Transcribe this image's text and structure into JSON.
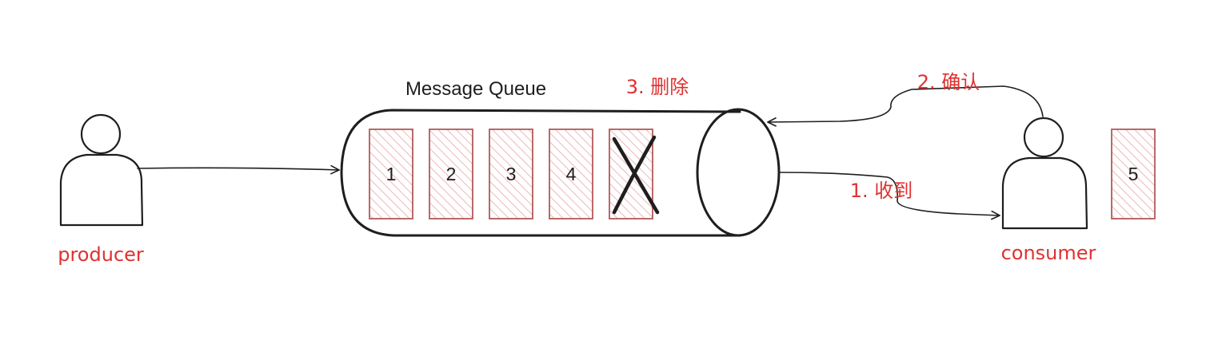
{
  "queue": {
    "title": "Message Queue",
    "messages": [
      "1",
      "2",
      "3",
      "4",
      ""
    ],
    "deleted_label": "3. 删除"
  },
  "producer": {
    "label": "producer"
  },
  "consumer": {
    "label": "consumer",
    "held_message": "5"
  },
  "steps": {
    "receive": "1. 收到",
    "ack": "2. 确认"
  },
  "colors": {
    "annotation": "#e03131",
    "message_fill": "#ffc9c9",
    "message_stroke": "#b35a5a",
    "outline": "#1e1e1e"
  }
}
